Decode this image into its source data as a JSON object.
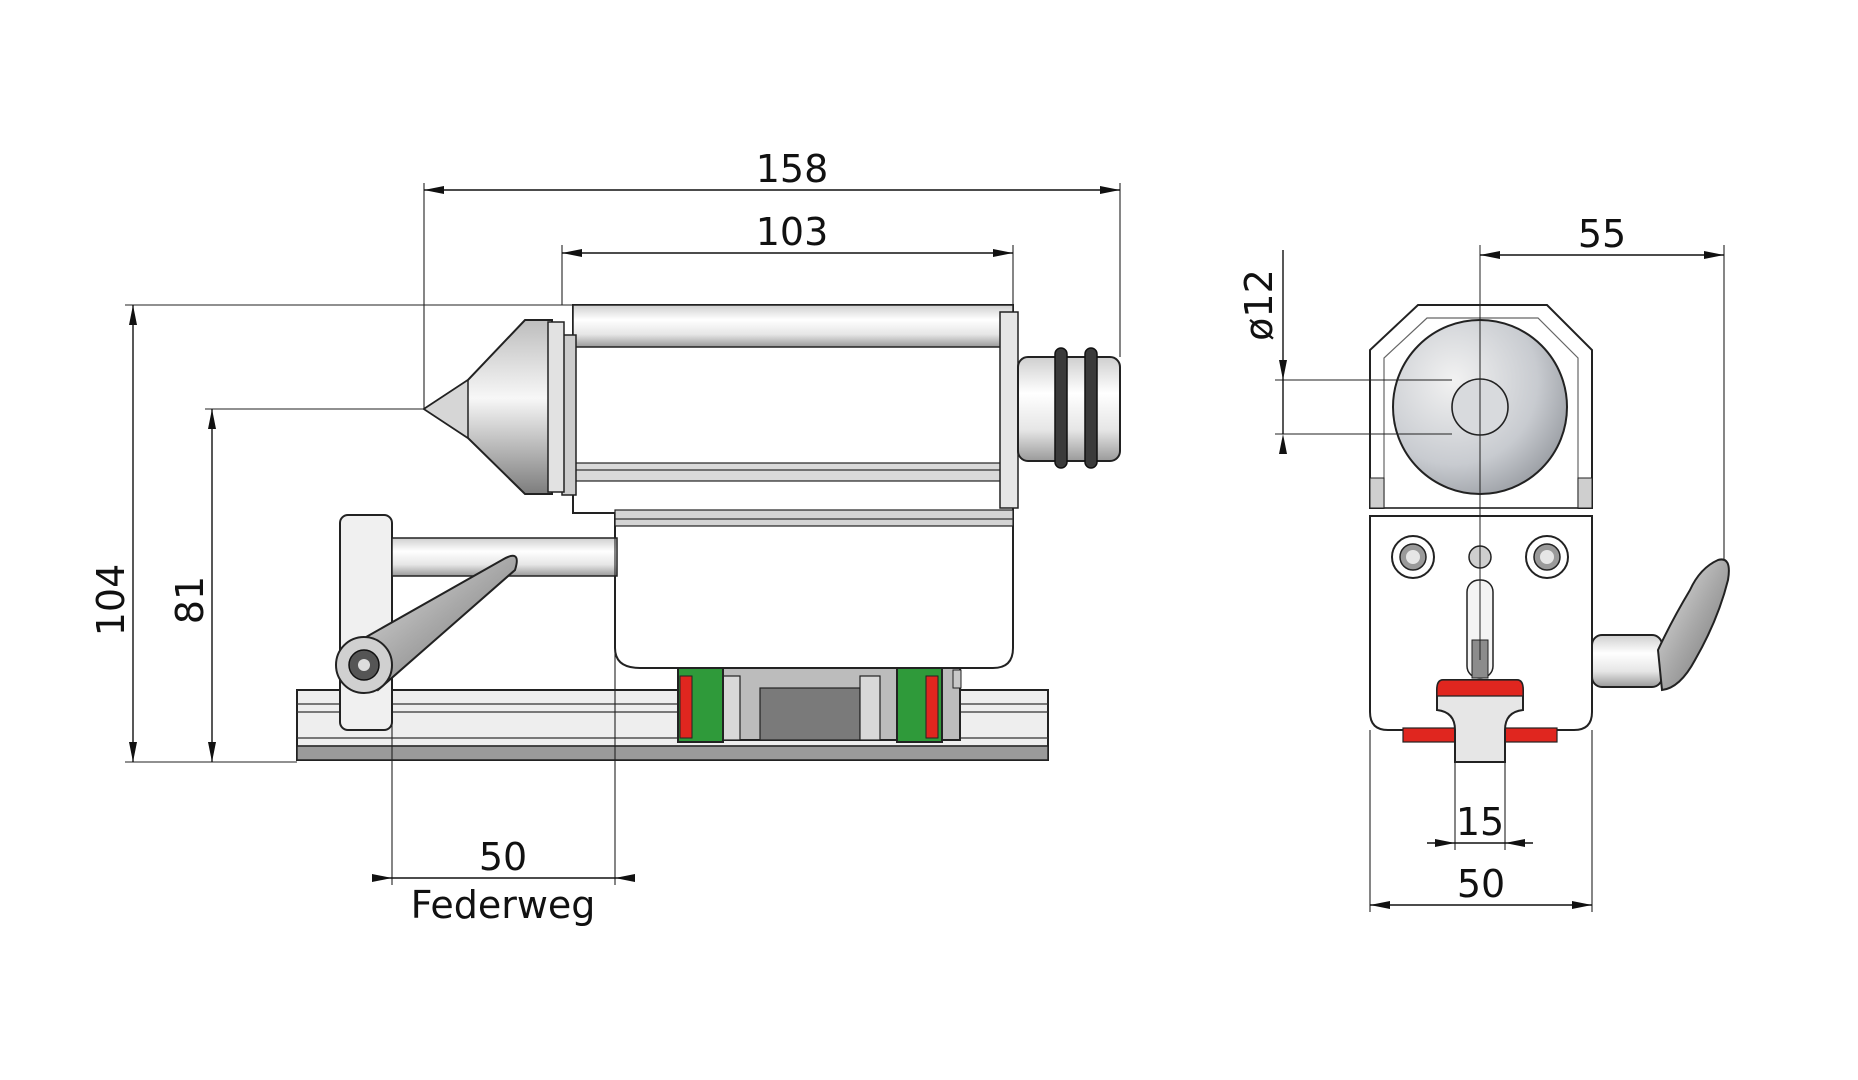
{
  "dimensions": {
    "overall_length": "158",
    "body_length": "103",
    "overall_height": "104",
    "center_height": "81",
    "spring_travel_value": "50",
    "spring_travel_label": "Federweg",
    "center_diameter": "ø12",
    "side_offset": "55",
    "slot_width": "15",
    "base_width": "50"
  },
  "colors": {
    "linear_guide_red": "#e0261f",
    "linear_guide_green": "#2f9a3a",
    "metal_light": "#f4f4f4",
    "metal_mid": "#c9c9c9",
    "metal_dark": "#555555",
    "oring": "#3a3a3a"
  }
}
